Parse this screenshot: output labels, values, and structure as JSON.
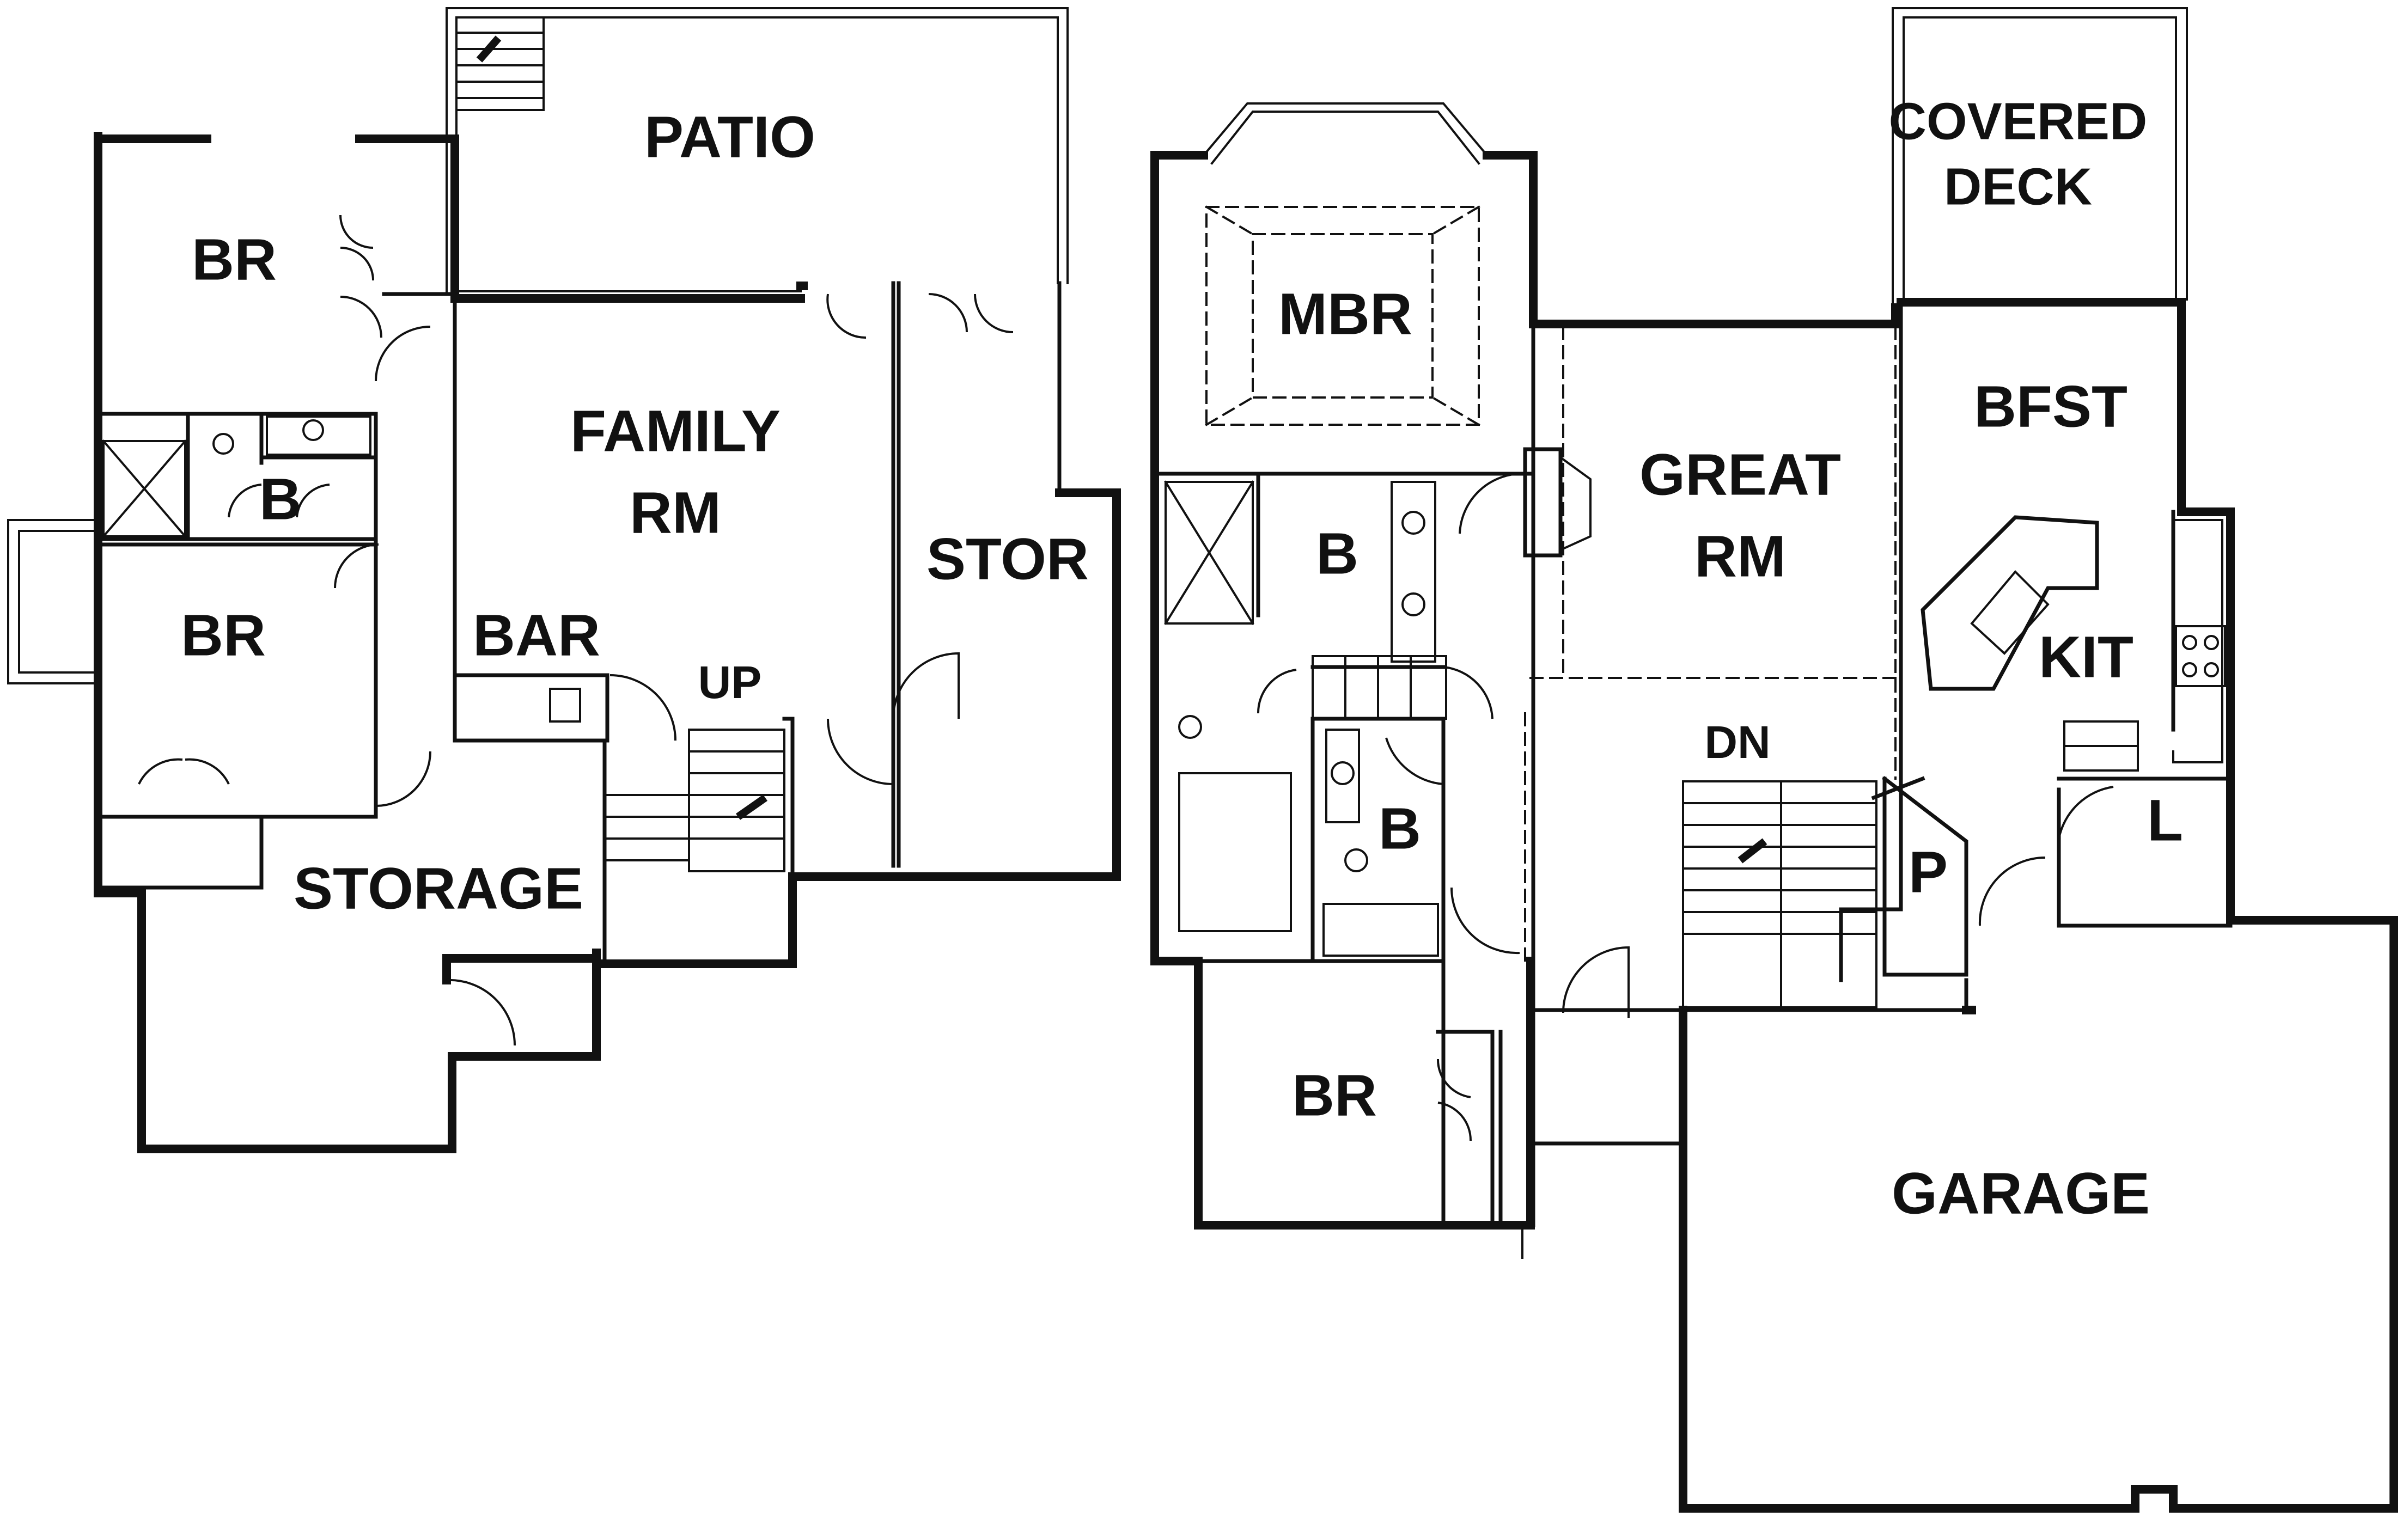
{
  "lower_level": {
    "rooms": {
      "patio": "PATIO",
      "br_top": "BR",
      "b_bath": "B",
      "br_mid": "BR",
      "family_rm_line1": "FAMILY",
      "family_rm_line2": "RM",
      "stor": "STOR",
      "bar": "BAR",
      "up": "UP",
      "storage": "STORAGE"
    }
  },
  "main_level": {
    "rooms": {
      "mbr": "MBR",
      "b_master": "B",
      "b_hall": "B",
      "br": "BR",
      "great_rm_line1": "GREAT",
      "great_rm_line2": "RM",
      "covered_deck_line1": "COVERED",
      "covered_deck_line2": "DECK",
      "bfst": "BFST",
      "kit": "KIT",
      "dn": "DN",
      "p": "P",
      "l": "L",
      "garage": "GARAGE"
    }
  }
}
